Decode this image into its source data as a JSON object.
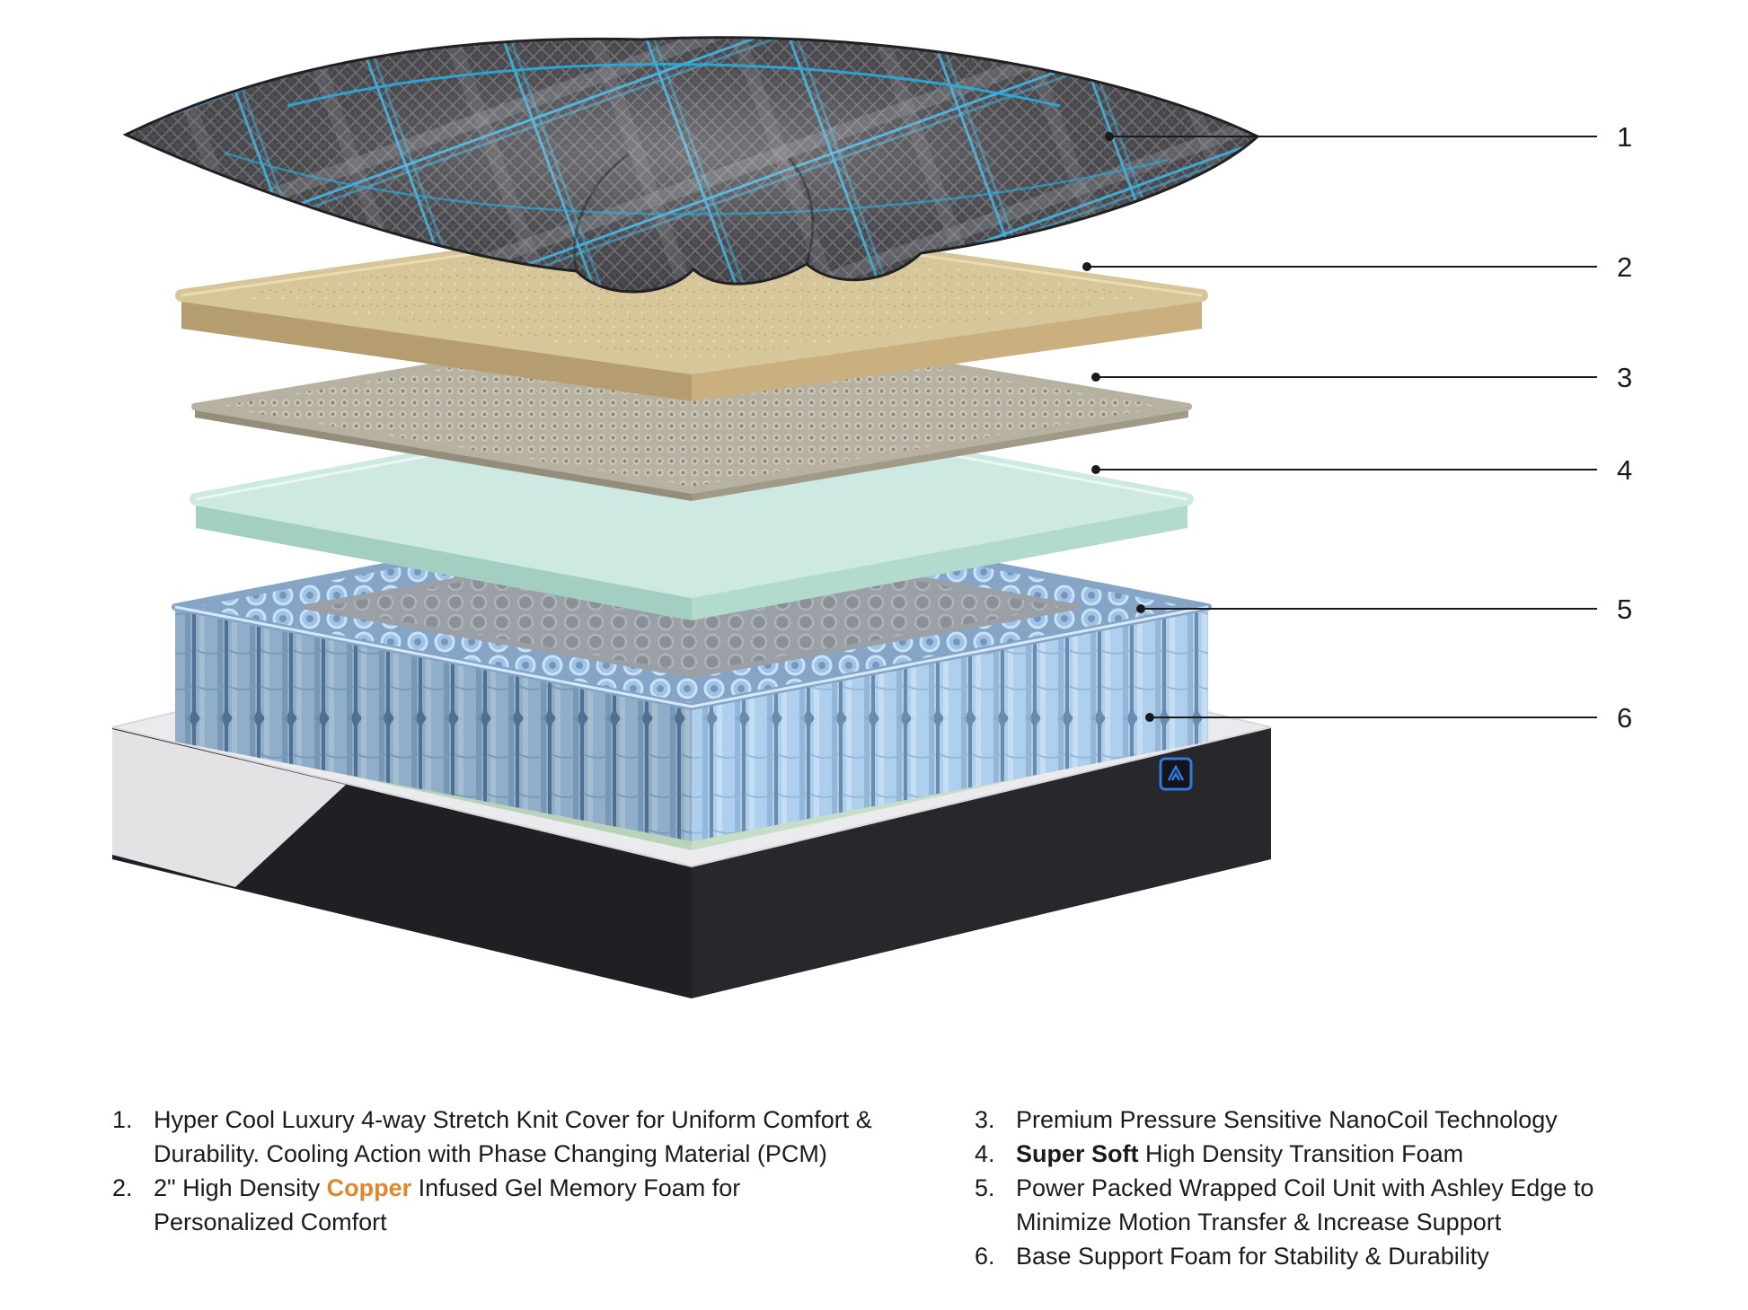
{
  "callouts": [
    "1",
    "2",
    "3",
    "4",
    "5",
    "6"
  ],
  "legend": {
    "left": [
      {
        "number": "1.",
        "parts": [
          {
            "text": "Hyper Cool Luxury 4-way Stretch Knit Cover for Uniform Comfort &\nDurability. Cooling Action with Phase Changing Material (PCM)"
          }
        ]
      },
      {
        "number": "2.",
        "parts": [
          {
            "text": "2\" High Density "
          },
          {
            "text": "Copper",
            "style": "copper"
          },
          {
            "text": " Infused Gel Memory Foam for\nPersonalized Comfort"
          }
        ]
      }
    ],
    "right": [
      {
        "number": "3.",
        "parts": [
          {
            "text": "Premium Pressure Sensitive NanoCoil Technology"
          }
        ]
      },
      {
        "number": "4.",
        "parts": [
          {
            "text": "Super Soft",
            "style": "bold"
          },
          {
            "text": " High Density Transition Foam"
          }
        ]
      },
      {
        "number": "5.",
        "parts": [
          {
            "text": "Power Packed Wrapped Coil Unit with Ashley Edge to\nMinimize Motion Transfer & Increase Support"
          }
        ]
      },
      {
        "number": "6.",
        "parts": [
          {
            "text": "Base Support Foam for Stability & Durability"
          }
        ]
      }
    ]
  },
  "colors": {
    "accent_copper": "#e0862c",
    "cover_blue_accent": "#27aede",
    "memory_foam_tan": "#d8c69b",
    "transition_foam_seafoam": "#cde9e2",
    "coil_blue": "#a8cbec",
    "base_foam_green": "#d7ead8",
    "callout_line": "#1a1a1a"
  }
}
